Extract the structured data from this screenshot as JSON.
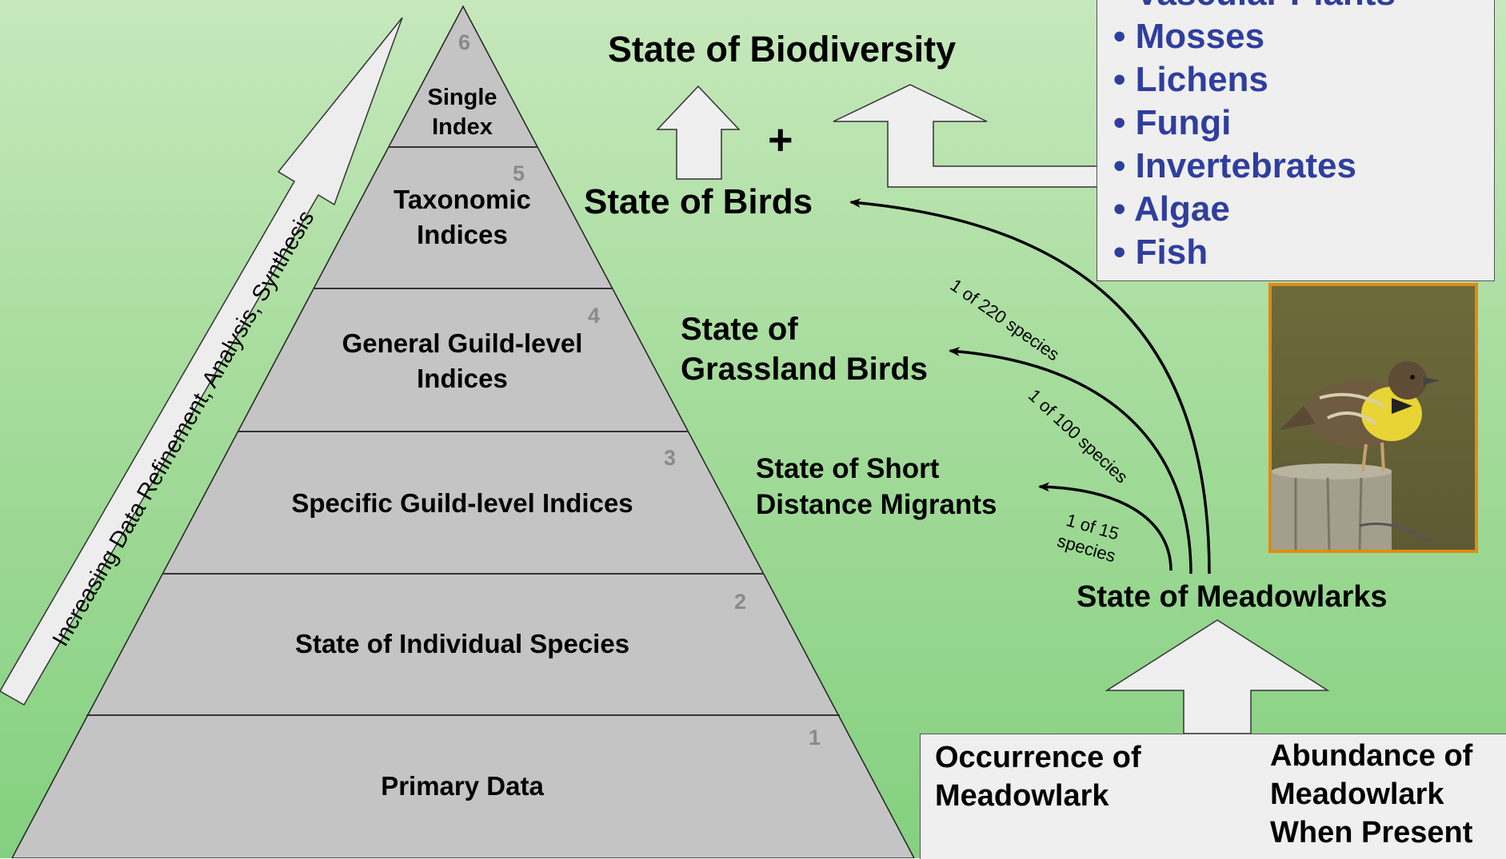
{
  "pyramid": {
    "levels": [
      {
        "number": "6",
        "label": "Single\nIndex"
      },
      {
        "number": "5",
        "label": "Taxonomic\nIndices"
      },
      {
        "number": "4",
        "label": "General Guild-level\nIndices"
      },
      {
        "number": "3",
        "label": "Specific Guild-level Indices"
      },
      {
        "number": "2",
        "label": "State of Individual Species"
      },
      {
        "number": "1",
        "label": "Primary Data"
      }
    ],
    "refinement_arrow_label": "Increasing Data Refinement, Analysis, Synthesis"
  },
  "right": {
    "state_biodiversity": "State of Biodiversity",
    "plus": "+",
    "state_birds": "State of Birds",
    "state_grassland": "State of\nGrassland Birds",
    "state_short": "State of Short\nDistance Migrants",
    "state_meadowlarks": "State of Meadowlarks",
    "arc_220": "1 of 220 species",
    "arc_100": "1 of 100 species",
    "arc_15": "1 of 15\nspecies",
    "occurrence": "Occurrence of\nMeadowlark",
    "abundance": "Abundance of\nMeadowlark\nWhen Present"
  },
  "taxa_list": {
    "items": [
      "• Vascular Plants",
      "• Mosses",
      "• Lichens",
      "• Fungi",
      "• Invertebrates",
      "• Algae",
      "• Fish"
    ]
  },
  "photo": {
    "subject": "meadowlark"
  },
  "colors": {
    "list_text": "#2f3e9e",
    "photo_border": "#e28a12",
    "pyramid_fill": "#c4c4c4"
  }
}
